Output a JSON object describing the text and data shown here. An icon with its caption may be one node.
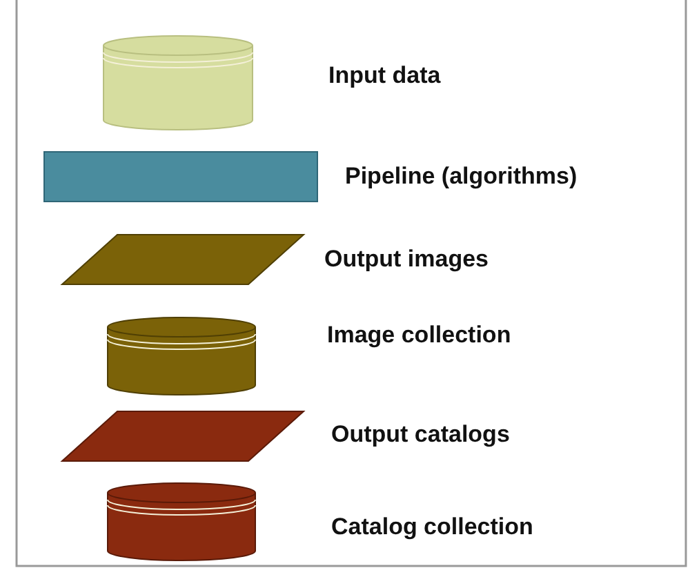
{
  "diagram": {
    "nodes": [
      {
        "text": [],
        "shape": "cylinder",
        "beside": [
          "Input data"
        ]
      },
      {
        "text": [],
        "shape": "box",
        "beside": [
          "Pipeline (algorithms)"
        ]
      },
      {
        "text": [],
        "shape": "parallelogram",
        "beside": [
          "Output images"
        ]
      },
      {
        "text": [],
        "shape": "cylinder",
        "beside": [
          "Image collection"
        ]
      },
      {
        "text": [],
        "shape": "parallelogram",
        "beside": [
          "Output catalogs"
        ]
      },
      {
        "text": [],
        "shape": "cylinder",
        "beside": [
          "Catalog collection"
        ]
      }
    ]
  }
}
